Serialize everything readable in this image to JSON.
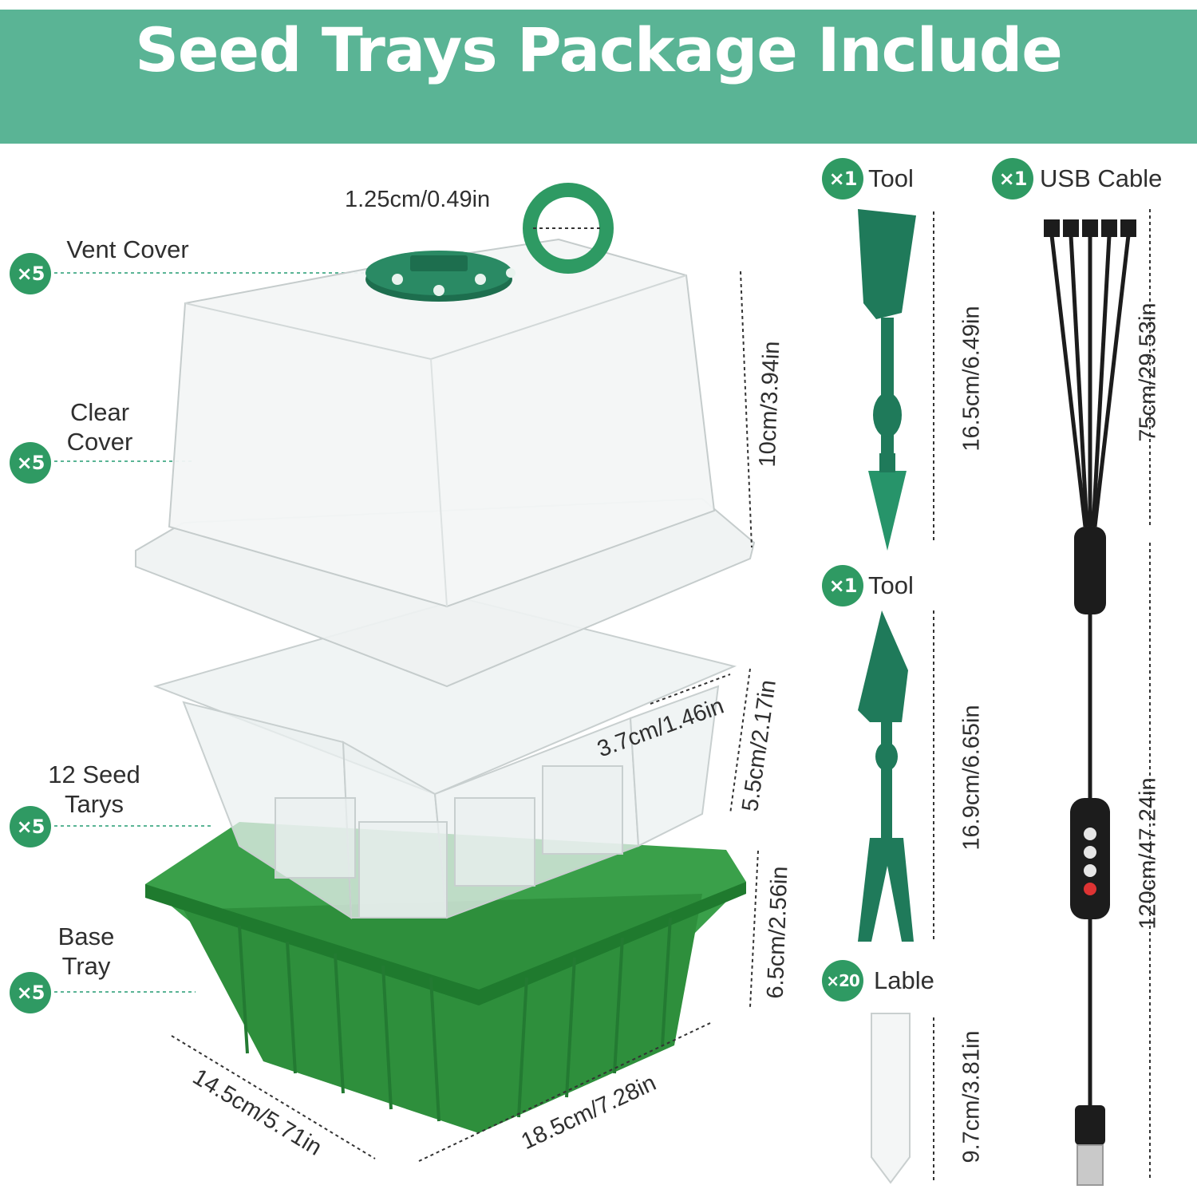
{
  "title": "Seed Trays Package Include",
  "parts": [
    {
      "badge": "×5",
      "label": "Vent Cover"
    },
    {
      "badge": "×5",
      "label": "Clear Cover"
    },
    {
      "badge": "×5",
      "label": "12 Seed Tarys"
    },
    {
      "badge": "×5",
      "label": "Base Tray"
    }
  ],
  "accessories": [
    {
      "badge": "×1",
      "label": "Tool",
      "size": "16.5cm/6.49in"
    },
    {
      "badge": "×1",
      "label": "Tool",
      "size": "16.9cm/6.65in"
    },
    {
      "badge": "×20",
      "label": "Lable",
      "size": "9.7cm/3.81in"
    },
    {
      "badge": "×1",
      "label": "USB Cable",
      "size_top": "75cm/29.53in",
      "size_bottom": "120cm/47.24in"
    }
  ],
  "dimensions": {
    "vent": "1.25cm/0.49in",
    "cover_height": "10cm/3.94in",
    "cell_width": "3.7cm/1.46in",
    "cell_height": "5.5cm/2.17in",
    "tray_height": "6.5cm/2.56in",
    "tray_depth": "14.5cm/5.71in",
    "tray_length": "18.5cm/7.28in"
  },
  "colors": {
    "banner": "#5ab495",
    "badge": "#2f9a63",
    "tray_green": "#2e8f3c",
    "tool_green": "#1f7a5a"
  }
}
